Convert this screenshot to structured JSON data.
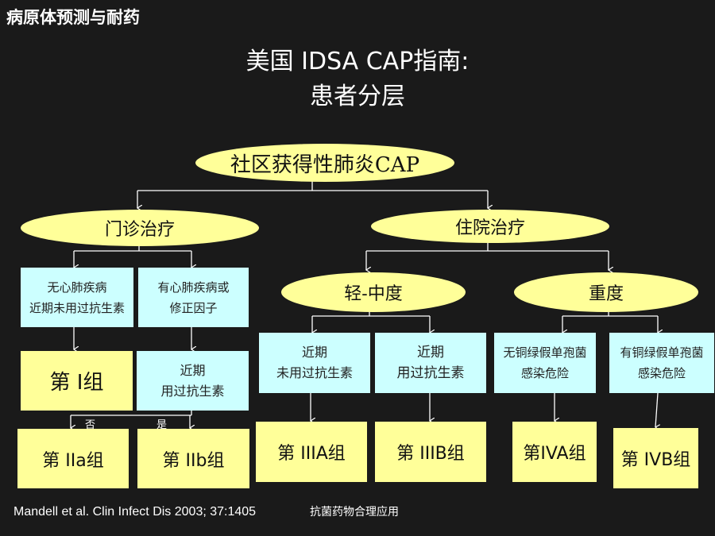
{
  "header": {
    "corner_title": "病原体预测与耐药"
  },
  "title": {
    "line1": "美国 IDSA CAP指南:",
    "line2": "患者分层"
  },
  "nodes": {
    "root": "社区获得性肺炎CAP",
    "outpatient": "门诊治疗",
    "inpatient": "住院治疗",
    "mild": "轻-中度",
    "severe": "重度"
  },
  "criteria": {
    "no_disease": [
      "无心肺疾病",
      "近期未用过抗生素"
    ],
    "has_disease": [
      "有心肺疾病或",
      "修正因子"
    ],
    "recent_used_ii": [
      "近期",
      "用过抗生素"
    ],
    "mild_no_abx": [
      "近期",
      "未用过抗生素"
    ],
    "mild_abx": [
      "近期",
      "用过抗生素"
    ],
    "no_pseudo": [
      "无铜绿假单孢菌",
      "感染危险"
    ],
    "has_pseudo": [
      "有铜绿假单孢菌",
      "感染危险"
    ]
  },
  "branch_labels": {
    "no": "否",
    "yes": "是"
  },
  "groups": {
    "g1": "第 I组",
    "g2a": "第 IIa组",
    "g2b": "第 IIb组",
    "g3a": "第 IIIA组",
    "g3b": "第 IIIB组",
    "g4a": "第IVA组",
    "g4b": "第 IVB组"
  },
  "footer": {
    "citation": "Mandell et al. Clin Infect Dis 2003; 37:1405",
    "note": "抗菌药物合理应用"
  },
  "colors": {
    "background": "#1a1a1a",
    "ellipse": "#ffff99",
    "criteria_box": "#ccffff",
    "group_box": "#ffff99"
  }
}
